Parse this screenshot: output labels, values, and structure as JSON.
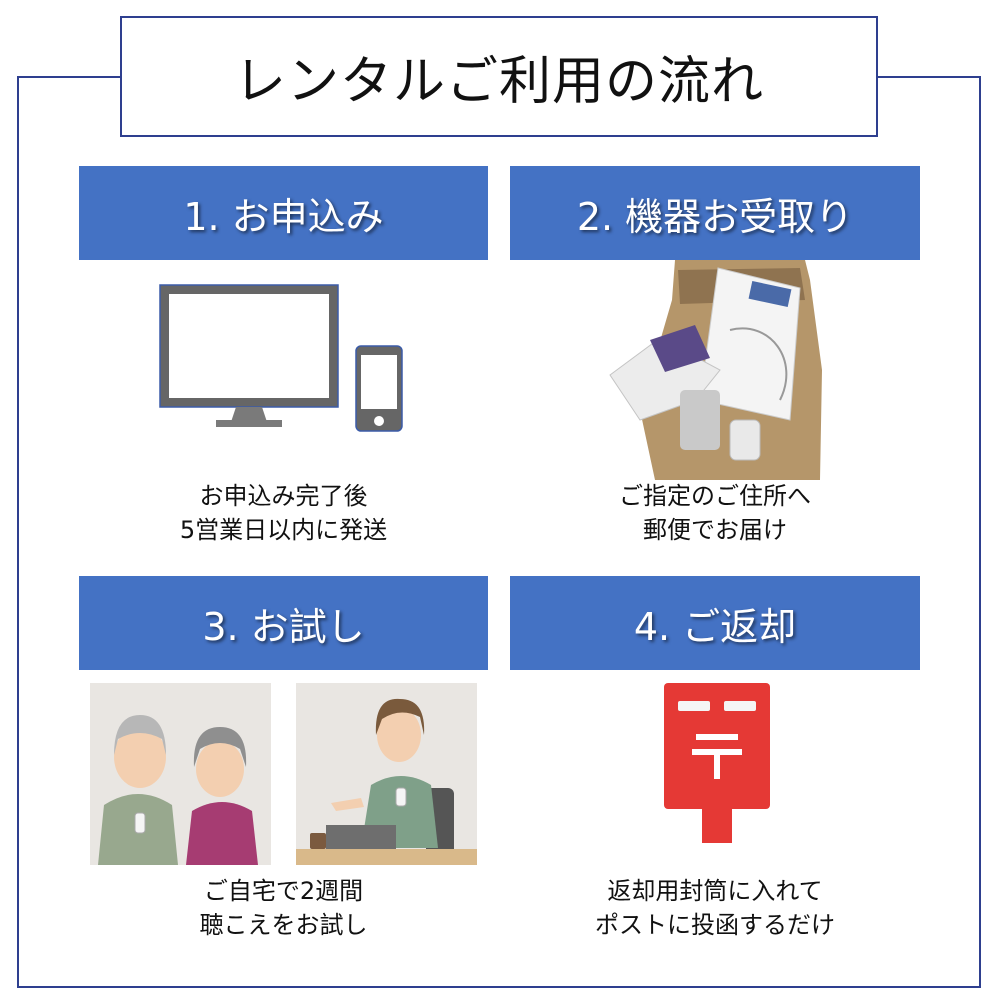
{
  "title": "レンタルご利用の流れ",
  "steps": [
    {
      "heading": "1. お申込み",
      "caption1": "お申込み完了後",
      "caption2": "5営業日以内に発送"
    },
    {
      "heading": "2. 機器お受取り",
      "caption1": "ご指定のご住所へ",
      "caption2": "郵便でお届け"
    },
    {
      "heading": "3. お試し",
      "caption1": "ご自宅で2週間",
      "caption2": "聴こえをお試し"
    },
    {
      "heading": "4. ご返却",
      "caption1": "返却用封筒に入れて",
      "caption2": "ポストに投函するだけ"
    }
  ],
  "colors": {
    "accent": "#4472c4",
    "frame": "#2e3f8f",
    "postbox": "#e53935"
  },
  "icons": [
    "monitor-icon",
    "smartphone-icon",
    "package-photo",
    "elderly-couple-illustration",
    "operator-illustration",
    "postbox-icon"
  ]
}
